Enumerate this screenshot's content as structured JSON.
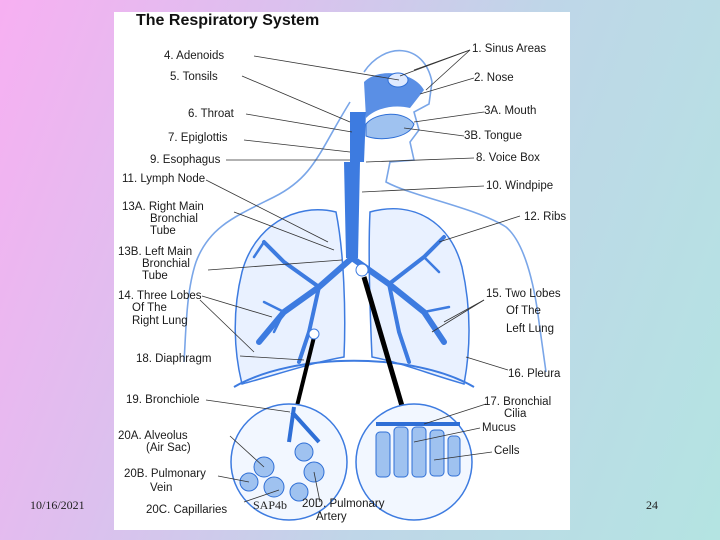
{
  "slide": {
    "date": "10/16/2021",
    "code": "SAP4b",
    "page_number": "24"
  },
  "diagram": {
    "title": "The Respiratory System",
    "labels": {
      "adenoids": "4. Adenoids",
      "tonsils": "5. Tonsils",
      "throat": "6. Throat",
      "epiglottis": "7. Epiglottis",
      "esophagus": "9. Esophagus",
      "lymph_node": "11. Lymph Node",
      "right_main_bronchial_1": "13A. Right Main",
      "right_main_bronchial_2": "Bronchial",
      "right_main_bronchial_3": "Tube",
      "left_main_bronchial_1": "13B. Left Main",
      "left_main_bronchial_2": "Bronchial",
      "left_main_bronchial_3": "Tube",
      "three_lobes_1": "14. Three Lobes",
      "three_lobes_2": "Of The",
      "three_lobes_3": "Right Lung",
      "diaphragm": "18. Diaphragm",
      "bronchiole": "19. Bronchiole",
      "alveolus_1": "20A. Alveolus",
      "alveolus_2": "(Air Sac)",
      "pulmonary_vein_1": "20B. Pulmonary",
      "pulmonary_vein_2": "Vein",
      "capillaries": "20C. Capillaries",
      "pulmonary_artery_1": "20D. Pulmonary",
      "pulmonary_artery_2": "Artery",
      "sinus_areas": "1. Sinus Areas",
      "nose": "2. Nose",
      "mouth": "3A. Mouth",
      "tongue": "3B. Tongue",
      "voice_box": "8. Voice Box",
      "windpipe": "10. Windpipe",
      "ribs": "12. Ribs",
      "two_lobes_1": "15. Two Lobes",
      "two_lobes_2": "Of The",
      "two_lobes_3": "Left Lung",
      "pleura": "16. Pleura",
      "bronchial_cilia_1": "17. Bronchial",
      "bronchial_cilia_2": "Cilia",
      "mucus": "Mucus",
      "cells": "Cells"
    }
  },
  "colors": {
    "anatomy_blue": "#2f6fd6",
    "anatomy_light": "#9fc2f0",
    "leader_line": "#333333"
  }
}
